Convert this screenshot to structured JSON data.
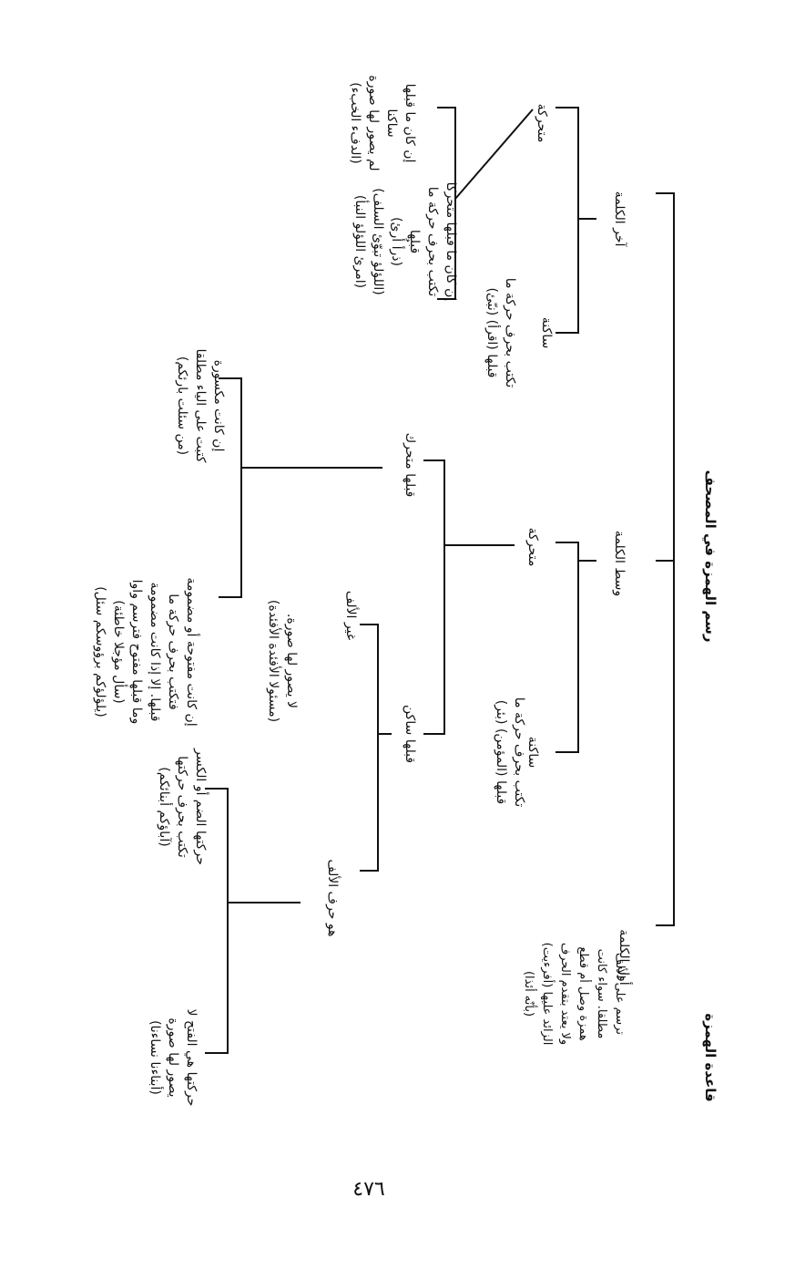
{
  "title": "رسم الهمزة في المصحف",
  "subtitle": "قاعدة الهمزة",
  "page_number": "٤٧٦",
  "nodes": {
    "end_of_word": "آخر الكلمة",
    "middle_of_word": "وسط الكلمة",
    "start_of_word": "أول الكلمة",
    "end_voweled": "متحركة",
    "end_sakin": "ساكنة",
    "end_sakin_rule": "تكتب بحرف حركة ما\nقبلها (اقرأ) (نبّئ)",
    "end_voweled_prev_voweled": "إن كان ما قبلها متحركا\nتكتب بحرف حركة ما\nقبلها\n(ذرأ أُرئ)\n(اللؤلؤ تبوّئ السلف)\n(امرئ اللؤلؤ النبأ)",
    "end_voweled_prev_sakin": "إن كان ما قبلها\nساكنا\nلم يصور لها صورة\n(الدفء الخبء)",
    "start_rule": "ترسم على الألف\nمطلقا. سواء كانت\nهمزة وصل أم قطع\nولا يعتد بتقدم الحرف\nالزائد عليها (أفرءيت)\n(بأنّه أئذا)",
    "mid_voweled": "متحركة",
    "mid_sakin": "ساكنة",
    "mid_sakin_rule": "تكتب بحرف حركة ما\nقبلها (المؤمن) (بئر)",
    "mid_prev_voweled": "قبلها متحرك",
    "mid_prev_sakin": "قبلها ساكن",
    "mid_prev_voweled_kasra": "إن كانت مكسورة\nكتبت على الياء مطلقا\n(من سئلت بارئكم)",
    "mid_prev_voweled_other": "إن كانت مفتوحة أو مضمومة\nفتكتب بحرف حركة ما\nقبلها. إلا إذا كانت مضمومة\nوما قبلها مفتوح فترسم واوا\n(سأل مؤجلا خاطئة)\n(يلؤلؤكم برؤوسكم سئل)",
    "mid_sakin_not_alif": "غير الألف",
    "mid_sakin_not_alif_rule": "لا يصور لها صورة.\n(مسئولا الأفئدة الأفئدة)",
    "mid_sakin_alif": "هو حرف الألف",
    "alif_damma_kasra": "حركتها الضم أو الكسر\nتكتب بحرف حركتها\n(آباؤكم أبنائكم)",
    "alif_fatha": "حركتها هي الفتح لا\nيصور لها صورة\n(أبناءنا نساءنا)"
  }
}
